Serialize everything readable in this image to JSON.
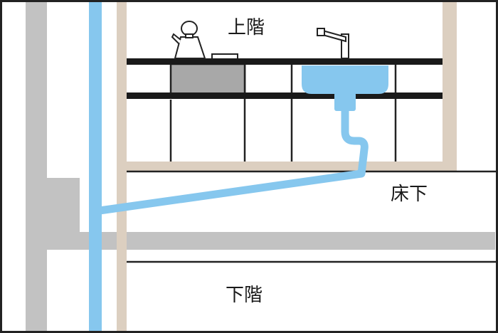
{
  "labels": {
    "upper_floor": "上階",
    "under_floor": "床下",
    "lower_floor": "下階"
  },
  "colors": {
    "water_pipe": "#86c7ee",
    "concrete": "#c2c2c2",
    "wood_frame": "#dccfc0",
    "counter": "#1a1a1a",
    "stove": "#a8a8a8",
    "outline": "#222222"
  },
  "icons": [
    "kettle-icon",
    "faucet-icon",
    "sink-icon",
    "stove-icon"
  ]
}
